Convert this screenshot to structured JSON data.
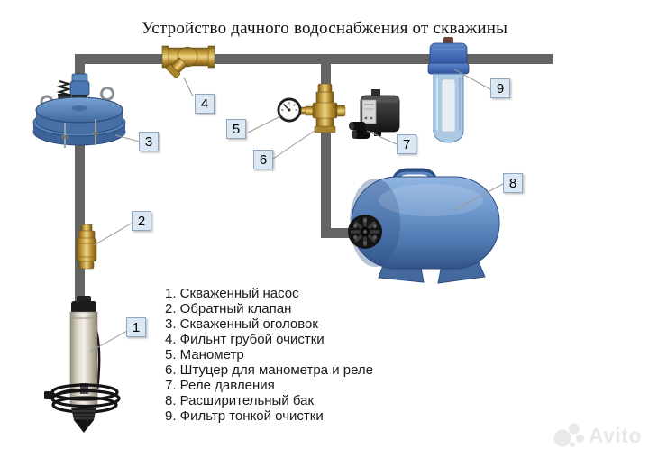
{
  "title": "Устройство дачного водоснабжения от скважины",
  "legend": {
    "items": [
      "1. Скваженный насос",
      "2. Обратный клапан",
      "3. Скваженный оголовок",
      "4. Фильнт грубой очистки",
      "5. Манометр",
      "6. Штуцер для манометра и реле",
      "7. Реле давления",
      "8. Расширительный бак",
      "9. Фильтр тонкой очистки"
    ]
  },
  "callouts": [
    "1",
    "2",
    "3",
    "4",
    "5",
    "6",
    "7",
    "8",
    "9"
  ],
  "watermark": {
    "text": "Avito"
  },
  "colors": {
    "pipe": "#646464",
    "callout_bg": "#dbe7f2",
    "callout_border": "#8fa8bf",
    "leader_line": "#9a9a9a",
    "component_blue": "#4a76ae",
    "tank_blue": "#5d87c4",
    "brass": "#caa23e",
    "watermark": "#e9e9e9"
  }
}
